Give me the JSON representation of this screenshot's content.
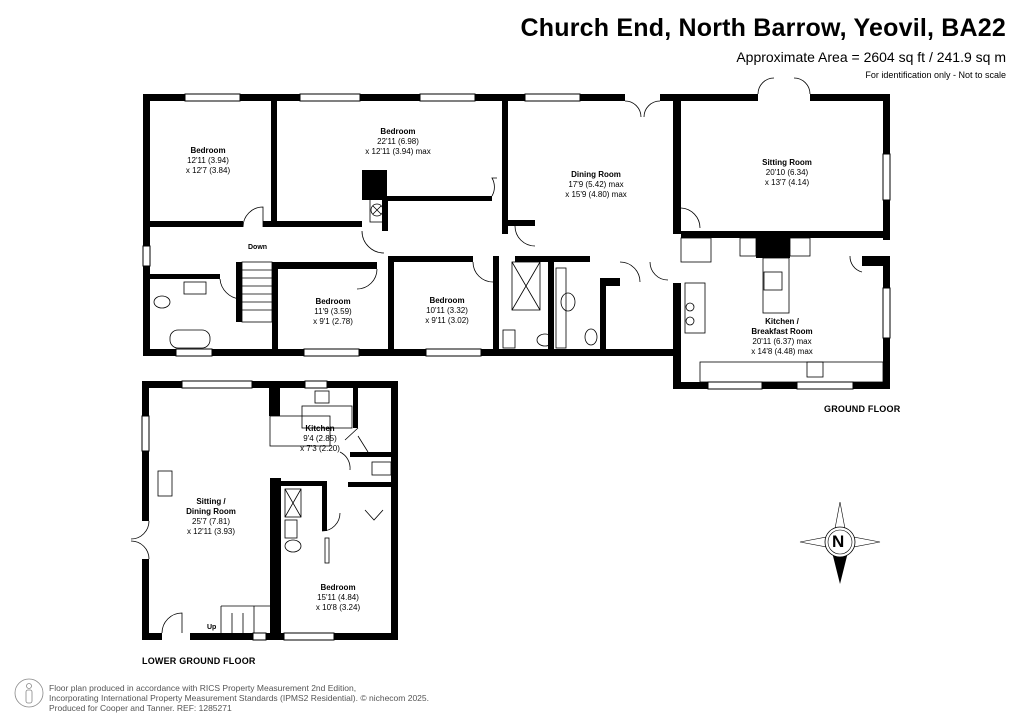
{
  "header": {
    "title": "Church End, North Barrow, Yeovil, BA22",
    "area": "Approximate Area = 2604 sq ft / 241.9 sq m",
    "note": "For identification only - Not to scale"
  },
  "ground_floor": {
    "label": "GROUND FLOOR",
    "rooms": [
      {
        "name": "Bedroom",
        "dim1": "12'11 (3.94)",
        "dim2": "x 12'7 (3.84)"
      },
      {
        "name": "Bedroom",
        "dim1": "22'11 (6.98)",
        "dim2": "x 12'11 (3.94) max"
      },
      {
        "name": "Dining Room",
        "dim1": "17'9 (5.42) max",
        "dim2": "x 15'9 (4.80) max"
      },
      {
        "name": "Sitting Room",
        "dim1": "20'10 (6.34)",
        "dim2": "x 13'7 (4.14)"
      },
      {
        "name": "Bedroom",
        "dim1": "11'9 (3.59)",
        "dim2": "x 9'1 (2.78)"
      },
      {
        "name": "Bedroom",
        "dim1": "10'11 (3.32)",
        "dim2": "x 9'11 (3.02)"
      },
      {
        "name": "Kitchen / Breakfast Room",
        "name1": "Kitchen /",
        "name2": "Breakfast Room",
        "dim1": "20'11 (6.37) max",
        "dim2": "x 14'8 (4.48) max"
      }
    ],
    "stairs_label": "Down"
  },
  "lower_ground_floor": {
    "label": "LOWER GROUND FLOOR",
    "rooms": [
      {
        "name": "Kitchen",
        "dim1": "9'4 (2.85)",
        "dim2": "x 7'3 (2.20)"
      },
      {
        "name": "Sitting / Dining Room",
        "name1": "Sitting /",
        "name2": "Dining Room",
        "dim1": "25'7 (7.81)",
        "dim2": "x 12'11 (3.93)"
      },
      {
        "name": "Bedroom",
        "dim1": "15'11 (4.84)",
        "dim2": "x 10'8 (3.24)"
      }
    ],
    "stairs_label": "Up"
  },
  "compass": {
    "label": "N"
  },
  "footer": {
    "line1": "Floor plan produced in accordance with RICS Property Measurement 2nd Edition,",
    "line2": "Incorporating International Property Measurement Standards (IPMS2 Residential).   © nichecom 2025.",
    "line3": "Produced for Cooper and Tanner.   REF:  1285271"
  }
}
